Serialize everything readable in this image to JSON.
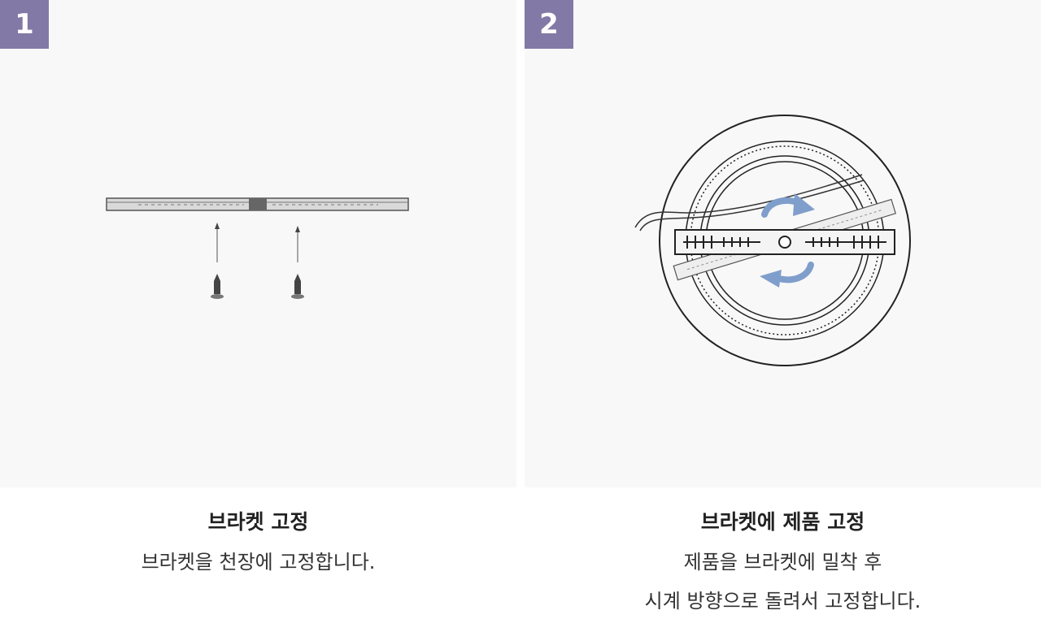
{
  "steps": [
    {
      "number": "1",
      "title": "브라켓 고정",
      "description_lines": [
        "브라켓을 천장에 고정합니다."
      ],
      "illustration": "bracket-with-screws-icon"
    },
    {
      "number": "2",
      "title": "브라켓에 제품 고정",
      "description_lines": [
        "제품을 브라켓에 밀착 후",
        "시계 방향으로 돌려서 고정합니다."
      ],
      "illustration": "circular-light-rotate-icon"
    }
  ],
  "colors": {
    "badge": "#8279a6",
    "panel": "#f8f8f8",
    "arrow": "#7f9ecb"
  }
}
